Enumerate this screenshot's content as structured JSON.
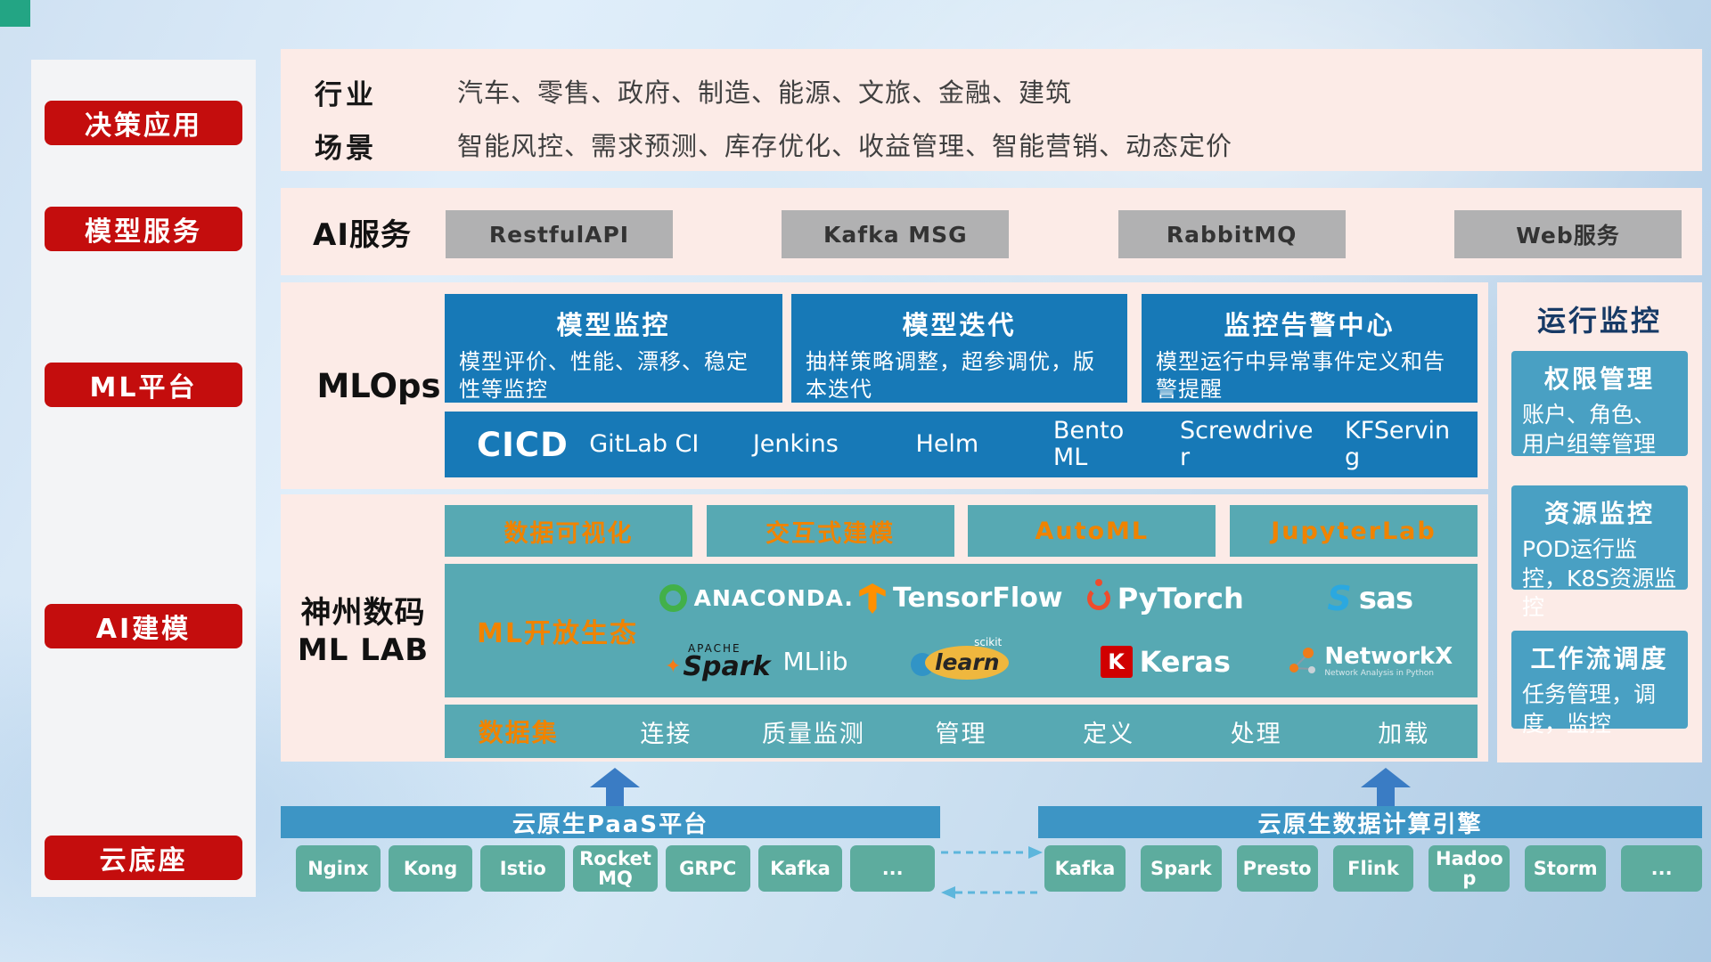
{
  "sidebar": {
    "items": [
      {
        "label": "决策应用"
      },
      {
        "label": "模型服务"
      },
      {
        "label": "ML平台"
      },
      {
        "label": "AI建模"
      },
      {
        "label": "云底座"
      }
    ]
  },
  "industry": {
    "rows": [
      {
        "label": "行业",
        "text": "汽车、零售、政府、制造、能源、文旅、金融、建筑"
      },
      {
        "label": "场景",
        "text": "智能风控、需求预测、库存优化、收益管理、智能营销、动态定价"
      }
    ]
  },
  "ai_service": {
    "label": "AI服务",
    "buttons": [
      "RestfulAPI",
      "Kafka MSG",
      "RabbitMQ",
      "Web服务"
    ]
  },
  "mlops": {
    "label": "MLOps",
    "cards": [
      {
        "title": "模型监控",
        "desc": "模型评价、性能、漂移、稳定性等监控"
      },
      {
        "title": "模型迭代",
        "desc": "抽样策略调整，超参调优，版本迭代"
      },
      {
        "title": "监控告警中心",
        "desc": "模型运行中异常事件定义和告警提醒"
      }
    ],
    "cicd_label": "CICD",
    "cicd_tools": [
      "GitLab CI",
      "Jenkins",
      "Helm",
      "BentoML",
      "Screwdriver",
      "KFServing"
    ]
  },
  "monitoring": {
    "title": "运行监控",
    "cards": [
      {
        "title": "权限管理",
        "desc": "账户、角色、用户组等管理"
      },
      {
        "title": "资源监控",
        "desc": "POD运行监控，K8S资源监控"
      },
      {
        "title": "工作流调度",
        "desc": "任务管理，调度，监控"
      }
    ]
  },
  "mllab": {
    "title_line1": "神州数码",
    "title_line2": "ML LAB",
    "tools": [
      "数据可视化",
      "交互式建模",
      "AutoML",
      "JupyterLab"
    ],
    "ecosystem_label": "ML开放生态",
    "logos": {
      "anaconda": "ANACONDA.",
      "tensorflow": "TensorFlow",
      "pytorch": "PyTorch",
      "sas": "sas",
      "spark_top": "APACHE",
      "spark": "Spark",
      "mllib": "MLlib",
      "sklearn_top": "scikit",
      "sklearn": "learn",
      "keras_k": "K",
      "keras": "Keras",
      "networkx": "NetworkX",
      "networkx_sub": "Network Analysis in Python"
    },
    "dataset_label": "数据集",
    "dataset_items": [
      "连接",
      "质量监测",
      "管理",
      "定义",
      "处理",
      "加载"
    ]
  },
  "cloud": {
    "paas_title": "云原生PaaS平台",
    "paas_items": [
      "Nginx",
      "Kong",
      "Istio",
      "RocketMQ",
      "GRPC",
      "Kafka",
      "..."
    ],
    "engine_title": "云原生数据计算引擎",
    "engine_items": [
      "Kafka",
      "Spark",
      "Presto",
      "Flink",
      "Hadoop",
      "Storm",
      "..."
    ]
  },
  "palette": {
    "badge_red": "#c40d0d",
    "panel_pink": "#fcebe7",
    "deep_blue": "#1779b7",
    "header_blue": "#3d95c5",
    "teal": "#57a9b3",
    "teal_green": "#5dac9e",
    "orange": "#f08300"
  }
}
